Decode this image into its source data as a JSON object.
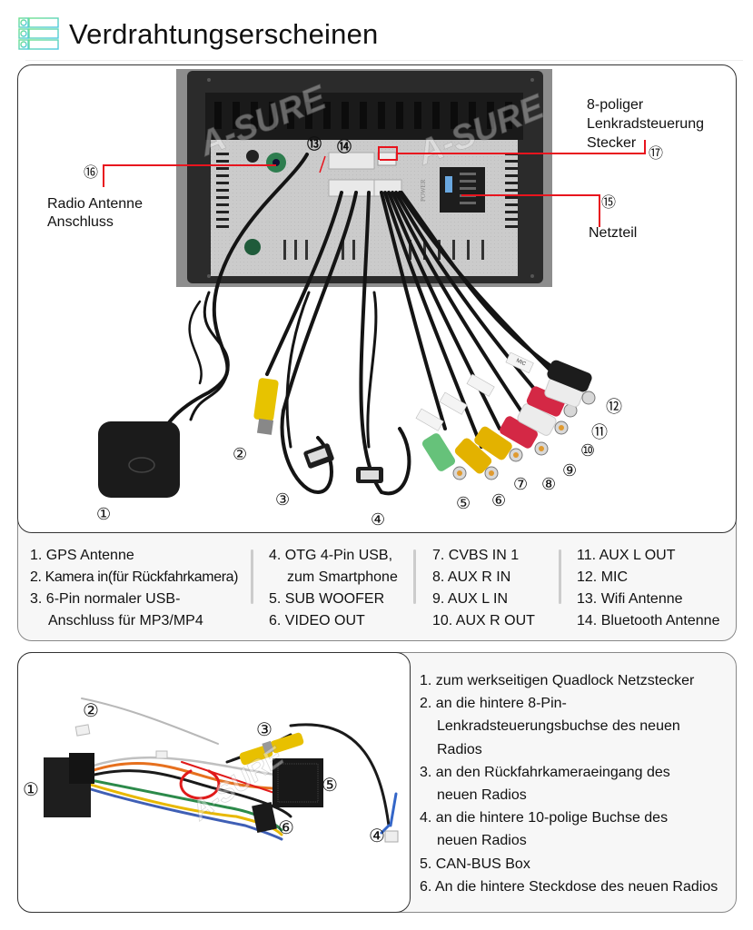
{
  "header": {
    "title": "Verdrahtungserscheinen",
    "icon": "list-icon",
    "icon_color": "#4fd6b0"
  },
  "top_photo": {
    "watermark": "A-SURE",
    "callouts": {
      "c16_number": "⑯",
      "c16_label_line1": "Radio Antenne",
      "c16_label_line2": "Anschluss",
      "c17_label_line1": "8-poliger",
      "c17_label_line2": "Lenkradsteuerung",
      "c17_label_line3": "Stecker",
      "c17_number": "⑰",
      "c15_number": "⑮",
      "c15_label": "Netzteil",
      "c13_number": "⑬",
      "c14_number": "⑭"
    },
    "markers": [
      "①",
      "②",
      "③",
      "④",
      "⑤",
      "⑥",
      "⑦",
      "⑧",
      "⑨",
      "⑩",
      "⑪",
      "⑫"
    ],
    "accent_color": "#e8141e",
    "power_label": "POWER",
    "mic_label": "MIC"
  },
  "legend": {
    "col1": [
      {
        "text": "1. GPS Antenne",
        "indent": false
      },
      {
        "text": "2. Kamera in(für Rückfahrkamera)",
        "indent": false
      },
      {
        "text": "3. 6-Pin normaler USB-",
        "indent": false
      },
      {
        "text": "Anschluss für MP3/MP4",
        "indent": true
      }
    ],
    "col2": [
      {
        "text": "4. OTG 4-Pin USB,",
        "indent": false
      },
      {
        "text": "zum Smartphone",
        "indent": true
      },
      {
        "text": "5. SUB WOOFER",
        "indent": false
      },
      {
        "text": "6. VIDEO OUT",
        "indent": false
      }
    ],
    "col3": [
      {
        "text": "7. CVBS IN 1",
        "indent": false
      },
      {
        "text": "8. AUX R IN",
        "indent": false
      },
      {
        "text": "9. AUX L IN",
        "indent": false
      },
      {
        "text": "10. AUX R OUT",
        "indent": false
      }
    ],
    "col4": [
      {
        "text": "11. AUX L OUT",
        "indent": false
      },
      {
        "text": "12. MIC",
        "indent": false
      },
      {
        "text": "13. Wifi Antenne",
        "indent": false
      },
      {
        "text": "14. Bluetooth Antenne",
        "indent": false
      }
    ]
  },
  "bottom": {
    "markers": [
      "①",
      "②",
      "③",
      "④",
      "⑤",
      "⑥"
    ],
    "watermark": "A-SURE",
    "items": [
      {
        "text": "1. zum werkseitigen Quadlock Netzstecker",
        "indent": false
      },
      {
        "text": "2. an die hintere 8-Pin-",
        "indent": false
      },
      {
        "text": "Lenkradsteuerungsbuchse des neuen",
        "indent": true
      },
      {
        "text": "Radios",
        "indent": true
      },
      {
        "text": "3. an den Rückfahrkameraeingang des",
        "indent": false
      },
      {
        "text": "neuen Radios",
        "indent": true
      },
      {
        "text": "4. an die hintere 10-polige Buchse des",
        "indent": false
      },
      {
        "text": "neuen Radios",
        "indent": true
      },
      {
        "text": "5. CAN-BUS Box",
        "indent": false
      },
      {
        "text": "6. An die hintere Steckdose des neuen Radios",
        "indent": false
      }
    ]
  }
}
